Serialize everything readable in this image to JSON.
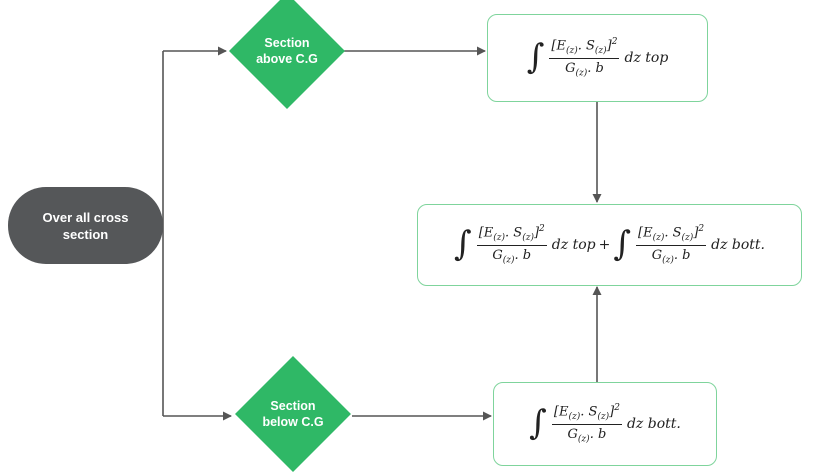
{
  "nodes": {
    "start": {
      "label": "Over all cross section"
    },
    "above": {
      "label": "Section above C.G"
    },
    "below": {
      "label": "Section below C.G"
    }
  },
  "formulas": {
    "integral_sign": "∫",
    "numerator": {
      "open": "[E",
      "e_sub": "(z)",
      "dot": ". S",
      "s_sub": "(z)",
      "close": "]",
      "power": "2"
    },
    "denominator": {
      "g": "G",
      "g_sub": "(z)",
      "rest": ". b"
    },
    "top_tail": "dz top",
    "bottom_tail": "dz bott.",
    "plus": "+"
  },
  "colors": {
    "start_fill": "#555759",
    "decision_fill": "#2fb866",
    "box_border": "#7fd49c",
    "connector": "#555555"
  }
}
